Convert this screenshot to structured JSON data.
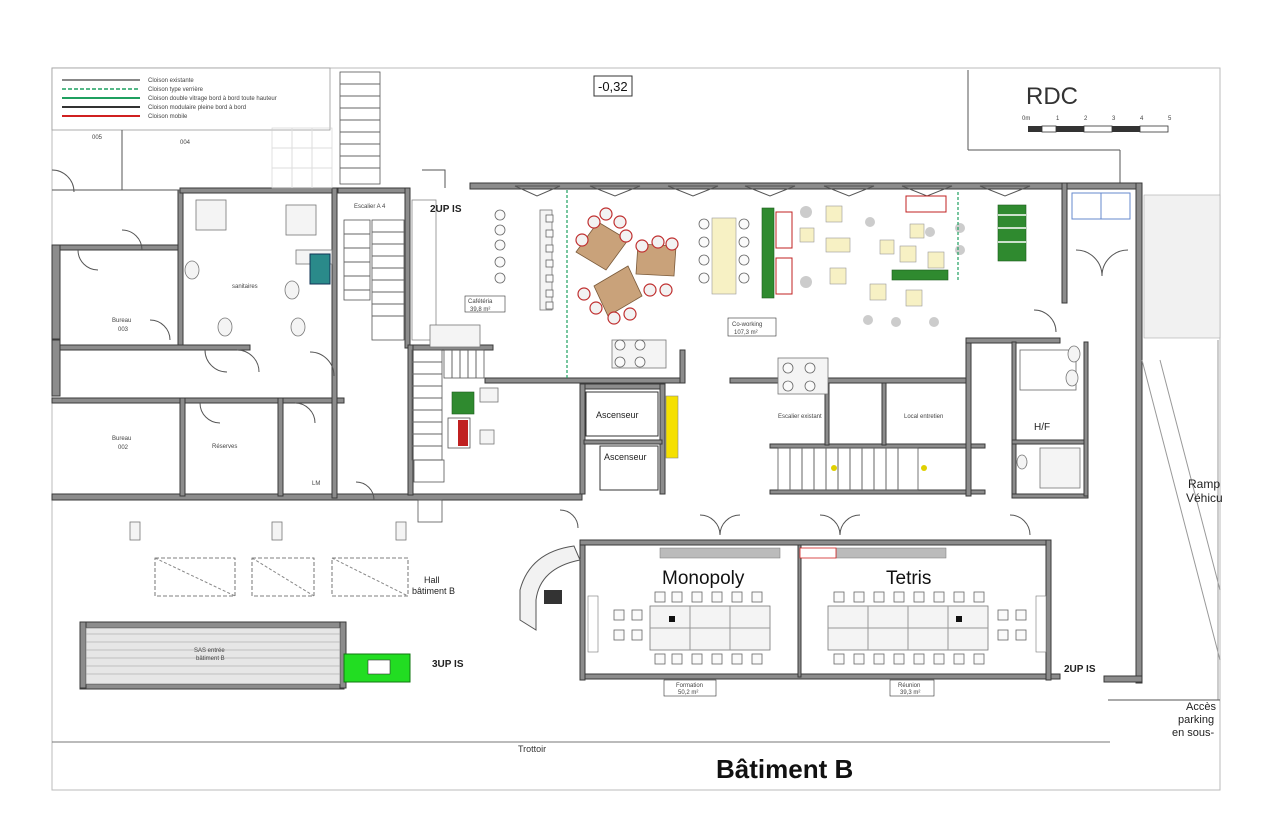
{
  "legend": {
    "items": [
      {
        "label": "Cloison existante",
        "color": "#888888"
      },
      {
        "label": "Cloison type verrière",
        "color": "#1fa060"
      },
      {
        "label": "Cloison double vitrage bord à bord toute hauteur",
        "color": "#1fa060"
      },
      {
        "label": "Cloison modulaire pleine bord à bord",
        "color": "#333333"
      },
      {
        "label": "Cloison mobile",
        "color": "#d02020"
      }
    ]
  },
  "level_marker": "-0,32",
  "floor": {
    "name": "RDC",
    "scale_unit": "0m",
    "scale_ticks": [
      "1",
      "2",
      "3",
      "4",
      "5"
    ]
  },
  "building_title": "Bâtiment B",
  "rooms": {
    "office_005": "005",
    "office_004": "004",
    "stair_a4": "Escalier A 4",
    "sanitaires": "sanitaires",
    "bureau_003": "Bureau\n003",
    "bureau_002": "Bureau\n002",
    "reserves": "Réserves",
    "lm": "LM",
    "cafeteria": "Cafétéria",
    "cafeteria_area": "39,8 m²",
    "coworking": "Co-working",
    "coworking_area": "107,3 m²",
    "ascenseur_1": "Ascenseur",
    "ascenseur_2": "Ascenseur",
    "escalier_existant": "Escalier existant",
    "local_entretien": "Local entretien",
    "hf": "H/F",
    "hall": "Hall\nbâtiment B",
    "sas": "SAS entrée\nbâtiment B",
    "monopoly": "Monopoly",
    "tetris": "Tetris",
    "formation": "Formation",
    "formation_area": "50,2 m²",
    "reunion": "Réunion",
    "reunion_area": "39,3 m²",
    "rampe": "Ramp\nVéhicu",
    "acces_parking": "Accès\nparking\nen sous-",
    "trottoir": "Trottoir"
  },
  "up_markers": [
    "2UP IS",
    "3UP IS",
    "2UP IS"
  ]
}
